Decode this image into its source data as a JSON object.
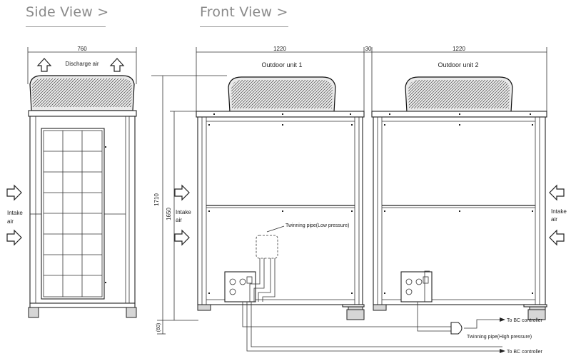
{
  "headings": {
    "side": "Side View",
    "front": "Front View",
    "chevron": ">"
  },
  "dimensions": {
    "side_width": "760",
    "unit1_width": "1220",
    "gap": "30",
    "unit2_width": "1220",
    "total_height": "1710",
    "body_height": "1650",
    "base_height": "(60)"
  },
  "labels": {
    "discharge_air": "Discharge air",
    "intake": "Intake",
    "air": "air",
    "outdoor_unit_1": "Outdoor unit 1",
    "outdoor_unit_2": "Outdoor unit 2",
    "twinning_low": "Twinning pipe(Low pressure)",
    "to_bc_controller": "To BC controller",
    "twinning_high": "Twinning pipe(High pressure)"
  }
}
